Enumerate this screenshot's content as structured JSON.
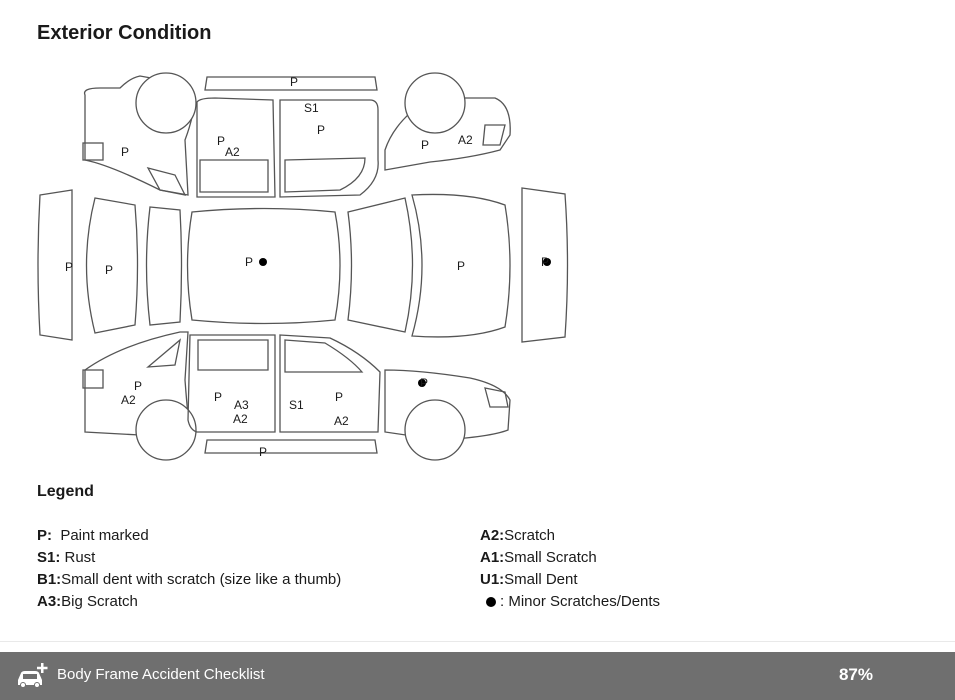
{
  "page": {
    "title": "Exterior Condition"
  },
  "marks": {
    "front_wheel_left": "P",
    "left_front_door": "P",
    "left_front_door_2": "A2",
    "left_roof_strip": "P",
    "left_rear_door_1": "S1",
    "left_rear_door_2": "P",
    "left_rear_fender": "P",
    "left_rear_fender_2": "A2",
    "front_bumper": "P",
    "hood": "P",
    "roof": "P",
    "trunk": "P",
    "rear_bumper": "P",
    "right_front_fender_1": "P",
    "right_front_fender_2": "A2",
    "right_front_door_1": "P",
    "right_front_door_2": "A3",
    "right_front_door_3": "A2",
    "right_rear_door_1": "S1",
    "right_rear_door_2": "P",
    "right_rear_door_3": "A2",
    "right_rear_fender": "P",
    "right_sill": "P"
  },
  "legend": {
    "title": "Legend",
    "left": [
      {
        "code": "P:",
        "text": "  Paint marked"
      },
      {
        "code": "S1:",
        "text": " Rust"
      },
      {
        "code": "B1:",
        "text": "Small dent with scratch (size like a thumb)"
      },
      {
        "code": "A3:",
        "text": "Big Scratch"
      }
    ],
    "right": [
      {
        "code": "A2:",
        "text": "Scratch"
      },
      {
        "code": "A1:",
        "text": "Small Scratch"
      },
      {
        "code": "U1:",
        "text": "Small Dent"
      },
      {
        "code": "",
        "text": ": Minor Scratches/Dents"
      }
    ]
  },
  "footer": {
    "label": "Body Frame Accident Checklist",
    "percent": "87%",
    "icon": "car-plus-icon"
  },
  "colors": {
    "footer_bg": "#6f6f6f",
    "line": "#555555"
  }
}
